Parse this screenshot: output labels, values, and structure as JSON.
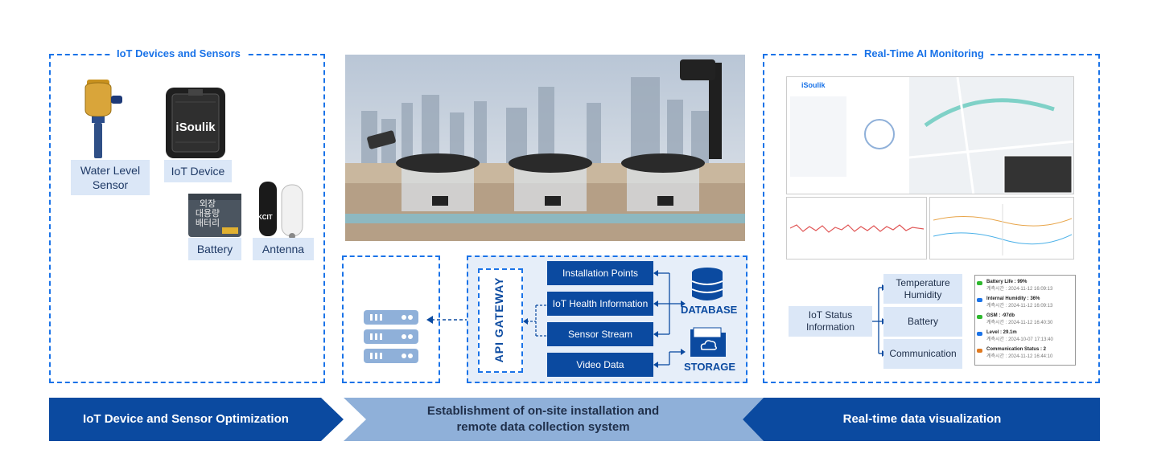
{
  "sections": {
    "iot_devices": {
      "title": "IoT Devices and Sensors",
      "devices": {
        "water_level": "Water Level\nSensor",
        "iot_device": "IoT Device",
        "battery": "Battery",
        "antenna": "Antenna"
      },
      "iot_device_brand": "iSoulik",
      "battery_text": "외장\n대용량\n배터리",
      "antenna_brand": "KCIT"
    },
    "monitoring": {
      "title": "Real-Time AI Monitoring",
      "dashboard_brand": "iSoulik",
      "status_label": "IoT Status\nInformation",
      "status_items": [
        "Temperature\nHumidity",
        "Battery",
        "Communication"
      ],
      "legend": [
        {
          "title": "Battery Life : 99%",
          "sub": "계측시간 : 2024-11-12 16:09:13",
          "color": "#2eb82e"
        },
        {
          "title": "Internal Humidity : 36%",
          "sub": "계측시간 : 2024-11-12 16:09:13",
          "color": "#1a73e8"
        },
        {
          "title": "GSM : -97db",
          "sub": "계측시간 : 2024-11-12 16:40:30",
          "color": "#2eb82e"
        },
        {
          "title": "Level : 29.1m",
          "sub": "계측시간 : 2024-10-07 17:13:40",
          "color": "#1a73e8"
        },
        {
          "title": "Communication Status : 2",
          "sub": "계측시간 : 2024-11-12 16:44:10",
          "color": "#e07a20"
        }
      ]
    },
    "center": {
      "gateway": "API GATEWAY",
      "data_items": [
        "Installation Points",
        "IoT Health Information",
        "Sensor Stream",
        "Video Data"
      ],
      "database": "DATABASE",
      "storage": "STORAGE"
    }
  },
  "bottom_bar": {
    "left": "IoT Device and Sensor Optimization",
    "middle": "Establishment of on-site installation and\nremote data collection system",
    "right": "Real-time data visualization"
  },
  "colors": {
    "accent_blue": "#1a73e8",
    "dark_blue": "#0b4aa0",
    "light_blue": "#dbe7f7",
    "middle_bar": "#8fb0d9"
  }
}
